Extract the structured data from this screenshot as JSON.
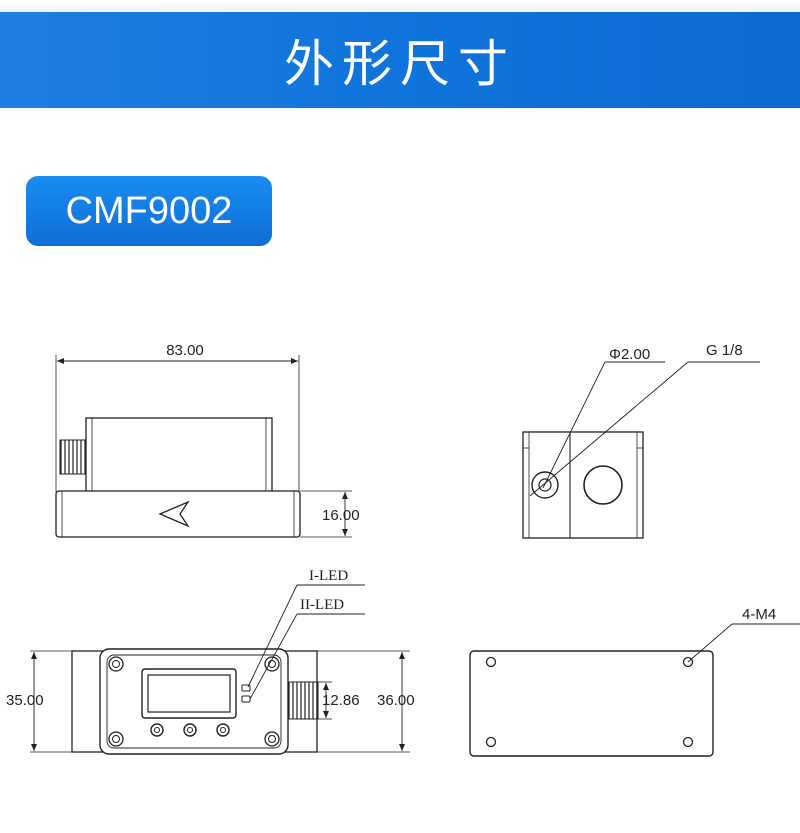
{
  "header": {
    "title": "外形尺寸"
  },
  "model": {
    "name": "CMF9002"
  },
  "dimensions": {
    "length": "83.00",
    "base_height": "16.00",
    "hole_diameter": "Φ2.00",
    "thread": "G 1/8",
    "led_1": "I-LED",
    "led_2": "II-LED",
    "width_left": "35.00",
    "port_height": "12.86",
    "width_right": "36.00",
    "mount_holes": "4-M4"
  }
}
